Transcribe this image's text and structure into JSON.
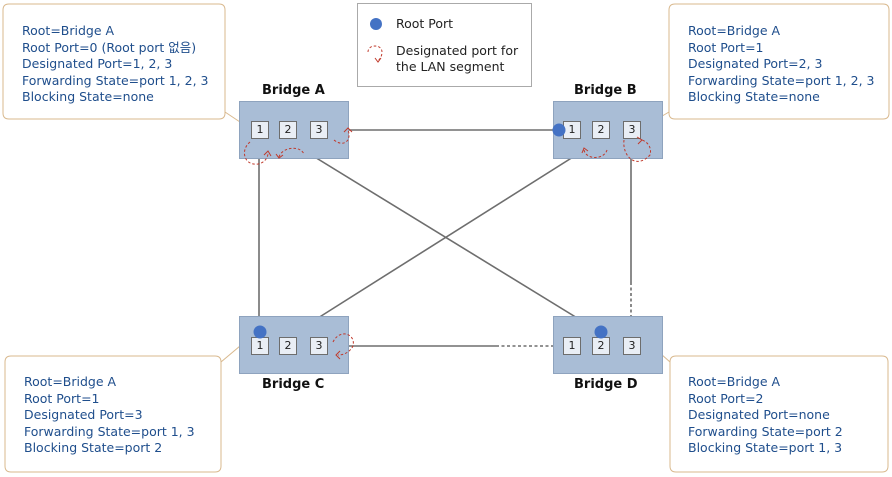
{
  "legend": {
    "root_port_label": "Root Port",
    "designated_label_line1": "Designated port for",
    "designated_label_line2": "the LAN segment",
    "root_port_color": "#4472c4",
    "designated_color": "#c0392b"
  },
  "bridges": {
    "a": {
      "title": "Bridge A",
      "ports": [
        "1",
        "2",
        "3"
      ]
    },
    "b": {
      "title": "Bridge B",
      "ports": [
        "1",
        "2",
        "3"
      ]
    },
    "c": {
      "title": "Bridge C",
      "ports": [
        "1",
        "2",
        "3"
      ]
    },
    "d": {
      "title": "Bridge D",
      "ports": [
        "1",
        "2",
        "3"
      ]
    }
  },
  "callouts": {
    "a": [
      "Root=Bridge A",
      "Root Port=0 (Root port 없음)",
      "Designated Port=1, 2, 3",
      "Forwarding State=port 1, 2, 3",
      "Blocking State=none"
    ],
    "b": [
      "Root=Bridge A",
      "Root Port=1",
      "Designated Port=2, 3",
      "Forwarding State=port 1, 2, 3",
      "Blocking State=none"
    ],
    "c": [
      "Root=Bridge A",
      "Root Port=1",
      "Designated Port=3",
      "Forwarding State=port 1, 3",
      "Blocking State=port 2"
    ],
    "d": [
      "Root=Bridge A",
      "Root Port=2",
      "Designated Port=none",
      "Forwarding State=port 2",
      "Blocking State=port 1, 3"
    ]
  }
}
